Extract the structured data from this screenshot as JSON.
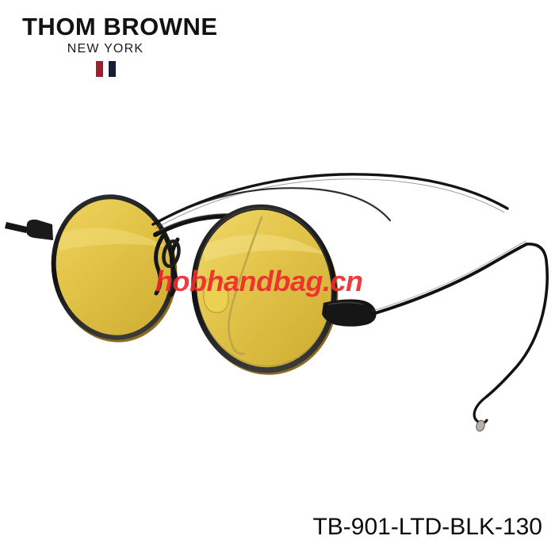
{
  "background_color": "#ffffff",
  "brand": {
    "name": "THOM BROWNE",
    "city": "NEW YORK",
    "stripes": [
      {
        "name": "stripe-red",
        "color": "#a01e2d"
      },
      {
        "name": "stripe-navy",
        "color": "#1b1b3a"
      }
    ]
  },
  "product": {
    "code": "TB-901-LTD-BLK-130",
    "type": "round-metal-sunglasses",
    "frame_color": "#1a1a1a",
    "frame_highlight_color": "#6e6e6e",
    "lens_color": "#e3c54a",
    "lens_color_dark": "#c9a92f",
    "lens_rim_color": "#8d6b1f",
    "temple_color": "#141414",
    "view": "three-quarter-angle"
  },
  "watermark": {
    "text": "hobhandbag.cn",
    "color": "#ee2b2b"
  }
}
